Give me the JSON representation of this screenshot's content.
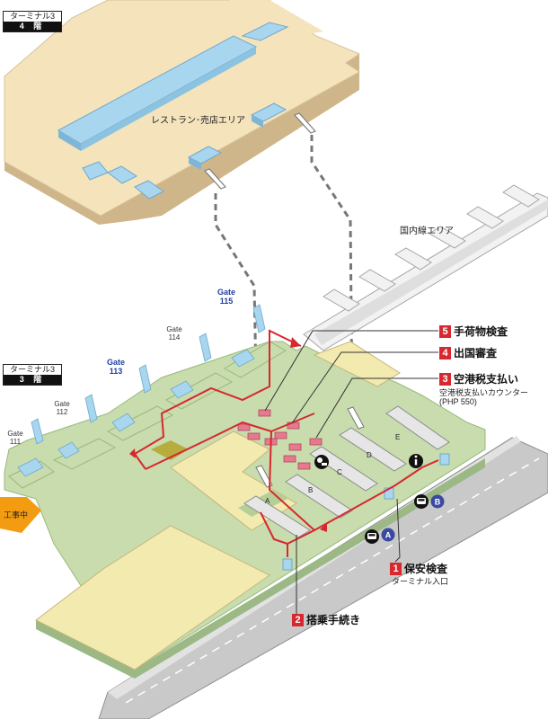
{
  "floors": [
    {
      "terminal": "ターミナル3",
      "level": "4 階"
    },
    {
      "terminal": "ターミナル3",
      "level": "3 階"
    }
  ],
  "areas": {
    "restaurant": "レストラン･売店エリア",
    "domestic": "国内線エリア",
    "construction": "工事中"
  },
  "gates": [
    {
      "label": "Gate",
      "num": "111",
      "highlight": false
    },
    {
      "label": "Gate",
      "num": "112",
      "highlight": false
    },
    {
      "label": "Gate",
      "num": "113",
      "highlight": true
    },
    {
      "label": "Gate",
      "num": "114",
      "highlight": false
    },
    {
      "label": "Gate",
      "num": "115",
      "highlight": true
    }
  ],
  "counters": [
    "A",
    "B",
    "C",
    "D",
    "E"
  ],
  "steps": [
    {
      "num": "5",
      "text": "手荷物検査"
    },
    {
      "num": "4",
      "text": "出国審査"
    },
    {
      "num": "3",
      "text": "空港税支払い",
      "sub": [
        "空港税支払いカウンター",
        "(PHP 550)"
      ]
    },
    {
      "num": "1",
      "text": "保安検査",
      "sub": [
        "ターミナル入口"
      ]
    },
    {
      "num": "2",
      "text": "搭乗手続き"
    }
  ],
  "transport": [
    {
      "icon": "bus-icon",
      "letter": "A"
    },
    {
      "icon": "bus-icon",
      "letter": "B"
    }
  ],
  "info_icon": "info-icon",
  "tax_icon": "airport-tax-icon",
  "colors": {
    "floor4": "#f5e3bc",
    "floor3": "#c8dcad",
    "shop": "#f3eab0",
    "route": "#d7282f",
    "checkpoint": "#e6798d",
    "glass": "#a9d6ef",
    "construction": "#f39c12",
    "gate_highlight": "#1f3fa0"
  }
}
